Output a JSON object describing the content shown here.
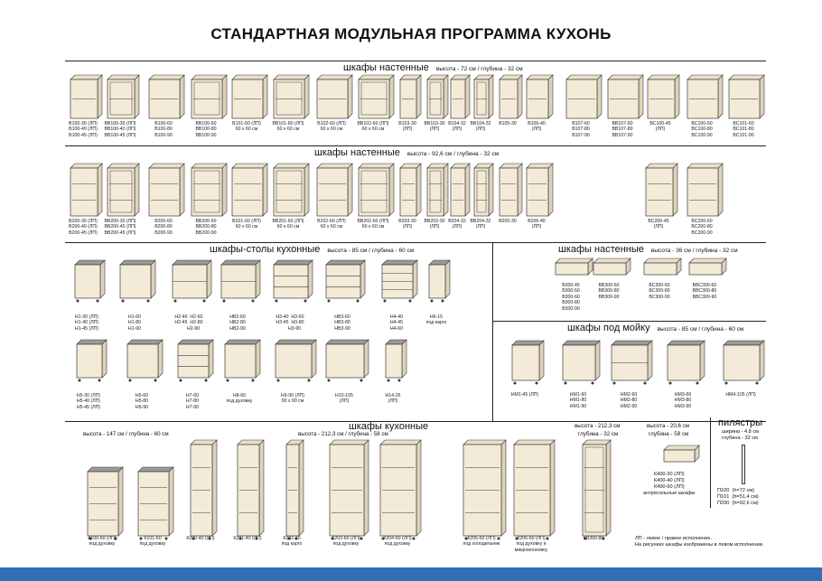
{
  "title": "СТАНДАРТНАЯ МОДУЛЬНАЯ ПРОГРАММА КУХОНЬ",
  "sections": {
    "wall72": {
      "name": "шкафы настенные",
      "dims": "высота - 72 см / глубина - 32 см"
    },
    "wall92": {
      "name": "шкафы настенные",
      "dims": "высота - 92,6 см / глубина - 32 см"
    },
    "tables": {
      "name": "шкафы-столы кухонные",
      "dims": "высота - 85 см / глубина - 60 см"
    },
    "wall36": {
      "name": "шкафы настенные",
      "dims": "высота - 36 см / глубина - 32 см"
    },
    "sink": {
      "name": "шкафы под мойку",
      "dims": "высота - 85 см / глубина - 60 см"
    },
    "tall": {
      "name": "шкафы кухонные",
      "dims_left": "высота - 147 см / глубина - 60 см",
      "dims_mid": "высота - 212,3 см / глубина - 58 см",
      "dims_r1a": "высота - 212,3 см",
      "dims_r1b": "глубина - 32 см",
      "dims_r2a": "высота - 20,6 см",
      "dims_r2b": "глубина - 58 см"
    },
    "pilasters": {
      "name": "пилястры",
      "dims1": "ширина - 4,8 см",
      "dims2": "глубина - 32 см",
      "items": "П100  (h=72 см)\nП101  (h=51,4 см)\nП200  (h=92,6 см)"
    }
  },
  "row1": [
    "В100-30 (ЛП)\nВ100-40 (ЛП)\nВ100-45 (ЛП)",
    "ВВ100-30 (ЛП)\nВВ100-40 (ЛП)\nВВ100-45 (ЛП)",
    "В100-60\nВ100-80\nВ100-90",
    "ВВ100-60\nВВ100-80\nВВ100-90",
    "В101-60 (ЛП)\n60 х 60 см",
    "ВВ101-60 (ЛП)\n60 х 60 см",
    "В102-60 (ЛП)\n60 х 60 см",
    "ВВ102-60 (ЛП)\n60 х 60 см",
    "В103-30\n(ЛП)",
    "ВВ103-30\n(ЛП)",
    "В104-32\n(ЛП)",
    "ВВ104-32\n(ЛП)",
    "В105-30",
    "В106-40\n(ЛП)",
    "В107-60\nВ107-80\nВ107-90",
    "ВВ107-60\nВВ107-80\nВВ107-90",
    "ВС100-45\n(ЛП)",
    "ВС100-60\nВС100-80\nВС100-90",
    "ВС101-60\nВС101-80\nВС101-90"
  ],
  "row2": [
    "В200-30 (ЛП)\nВ200-40 (ЛП)\nВ200-45 (ЛП)",
    "ВВ200-30 (ЛП)\nВВ200-40 (ЛП)\nВВ200-45 (ЛП)",
    "В200-60\nВ200-80\nВ200-90",
    "ВВ200-60\nВВ200-80\nВВ200-90",
    "В201-60 (ЛП)\n60 х 60 см",
    "ВВ201-60 (ЛП)\n60 х 60 см",
    "В202-60 (ЛП)\n60 х 60 см",
    "ВВ202-60 (ЛП)\n60 х 60 см",
    "В203-30\n(ЛП)",
    "ВВ203-30\n(ЛП)",
    "В204-32\n(ЛП)",
    "ВВ204-32\n(ЛП)",
    "В205-30",
    "В206-40\n(ЛП)",
    "ВС200-45\n(ЛП)",
    "ВС200-60\nВС200-80\nВС200-90"
  ],
  "row3": [
    "Н1-30 (ЛП)\nН1-40 (ЛП)\nН1-45 (ЛП)",
    "Н1-60\nН1-80\nН1-90",
    "Н2-40  Н2-60\nН2-45  Н2-80\n       Н2-90",
    "НВ2-60\nНВ2-80\nНВ2-90",
    "Н3-40  Н3-60\nН3-45  Н3-80\n       Н3-90",
    "НВ3-60\nНВ3-80\nНВ3-90",
    "Н4-40\nН4-45\nН4-60",
    "Н6-15\nпод карго"
  ],
  "row4": [
    "Н5-30 (ЛП)\nН5-40 (ЛП)\nН5-45 (ЛП)",
    "Н5-60\nН5-80\nН5-90",
    "Н7-60\nН7-80\nН7-90",
    "Н8-60\nпод духовку",
    "Н9-90 (ЛП)\n90 х 90 см",
    "Н10-105\n(ЛП)",
    "Н14-26\n(ЛП)"
  ],
  "wall36_labels": [
    "В300-45\nВ300-50\nВ300-60\nВ300-80\nВ300-90",
    "ВВ300-60\nВВ300-80\nВВ300-90",
    "ВС300-60\nВС300-80\nВС300-90",
    "ВВС300-60\nВВС300-80\nВВС300-90"
  ],
  "sink_labels": [
    "НМ1-45 (ЛП)",
    "НМ1-60\nНМ1-80\nНМ1-90",
    "НМ2-60\nНМ2-80\nНМ2-90",
    "НМ3-60\nНМ3-80\nНМ3-90",
    "НМ4-105 (ЛП)"
  ],
  "tall_labels": [
    "К100-60 (ЛП)\nпод духовку",
    "К101-60\nпод духовку",
    "К200-40 (ЛП)",
    "К201-40 (ЛП)",
    "К202-30\nпод карго",
    "К203-60 (ЛП)\nпод духовку",
    "К204-60 (ЛП)\nпод духовку",
    "К205-60 (ЛП)\nпод холодильник",
    "К206-60 (ЛП)\nпод духовку и\nмикроволновку",
    "КВ300-80"
  ],
  "mezz_labels": "К400-30 (ЛП)\nК400-40 (ЛП)\nК400-60 (ЛП)\nантресольные шкафы",
  "footnote": "ЛП - левое / правое исполнение.\nНа рисунках шкафы изображены в левом исполнении.",
  "colors": {
    "body": "#f3ead8",
    "edge": "#3a3a3a",
    "top": "#9a9a9a",
    "footer": "#2f6fb3"
  }
}
